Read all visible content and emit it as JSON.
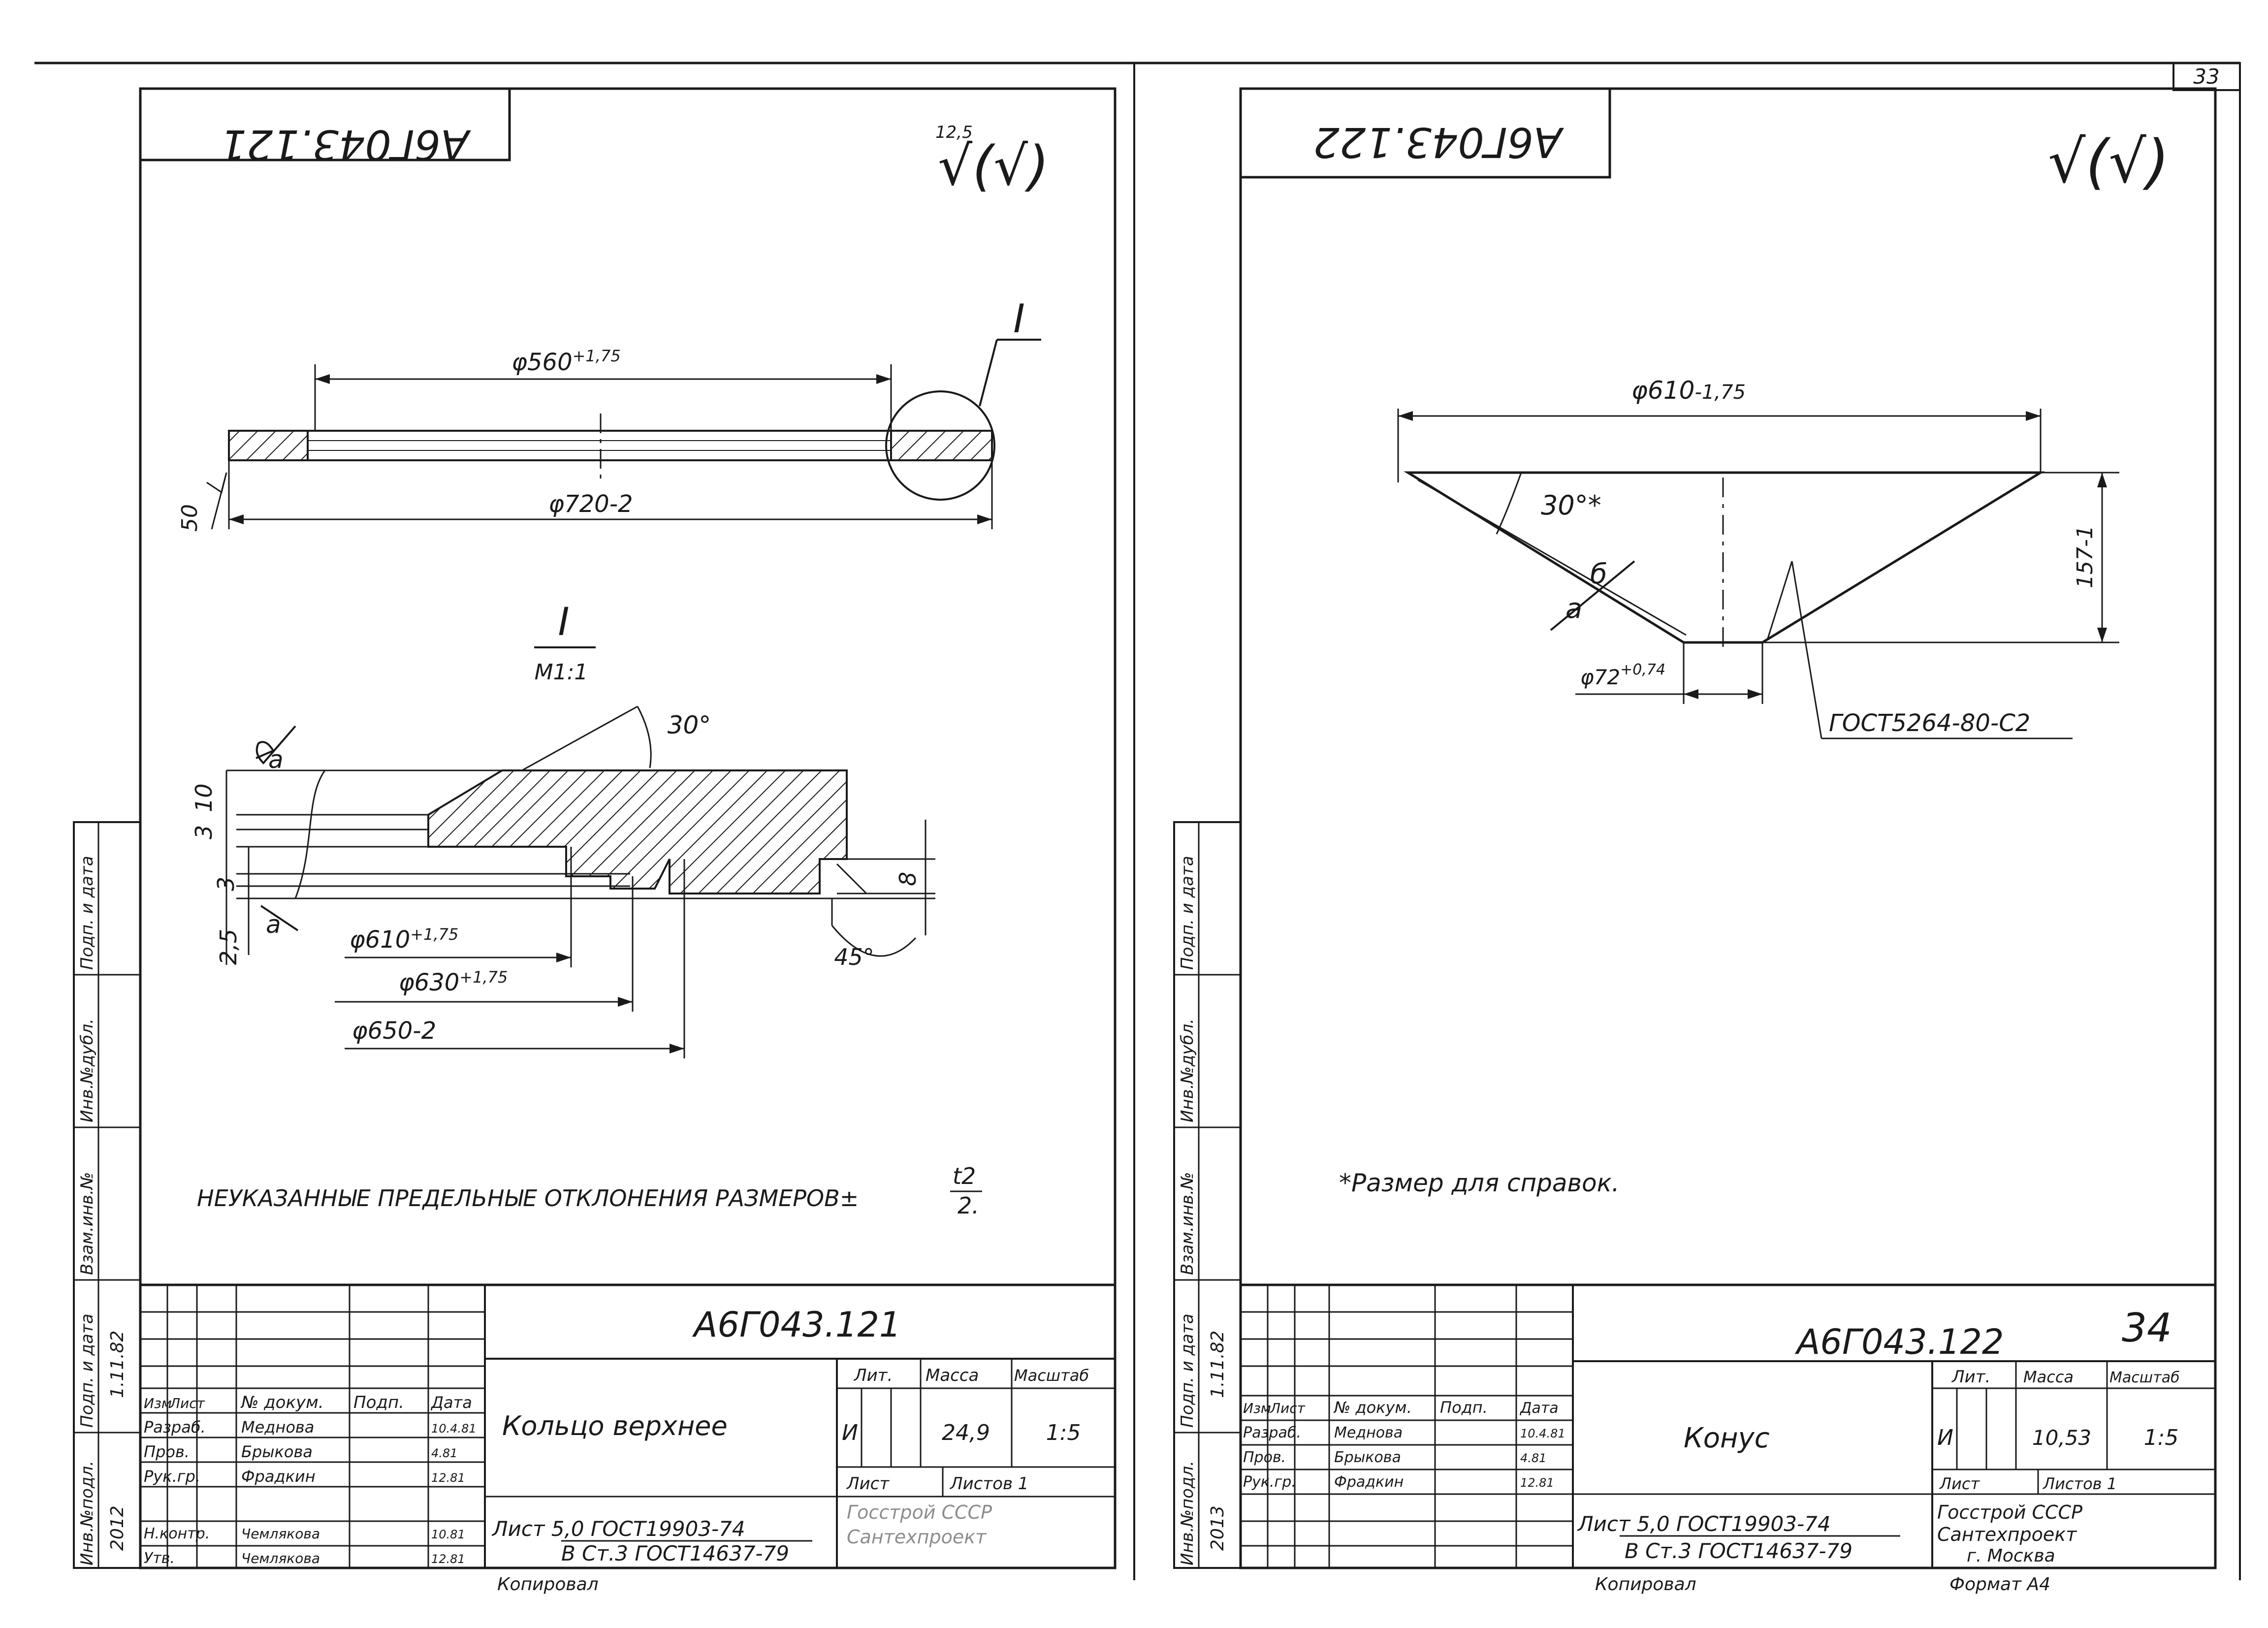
{
  "page_number": "33",
  "left_sheet": {
    "stamp": "А6Г043.121",
    "roughness_value": "12,5",
    "roughness_symbol": "√(√)",
    "dim_d560": "φ560",
    "dim_d560_tol": "+1,75",
    "dim_d720": "φ720-2",
    "dim_50": "50",
    "callout": "I",
    "detail_title": "I",
    "detail_scale": "М1:1",
    "dim_angle_30": "30°",
    "dim_10": "10",
    "dim_3a": "3",
    "dim_3b": "3",
    "dim_2_5": "2,5",
    "dim_8": "8",
    "dim_angle_45": "45°",
    "weld_a_top": "а",
    "weld_a_bottom": "а",
    "dim_d610": "φ610",
    "dim_d610_tol": "+1,75",
    "dim_d630": "φ630",
    "dim_d630_tol": "+1,75",
    "dim_d650": "φ650-2",
    "note": "НЕУКАЗАННЫЕ ПРЕДЕЛЬНЫЕ ОТКЛОНЕНИЯ РАЗМЕРОВ±",
    "note_frac_num": "t2",
    "note_frac_den": "2.",
    "side_labels": [
      "Инв.№подл.",
      "Подп. и дата",
      "Взам.инв.№",
      "Инв.№дубл.",
      "Подп. и дата"
    ],
    "side_values": [
      "2012",
      "1.11.82"
    ],
    "title_block": {
      "designation": "А6Г043.121",
      "name": "Кольцо верхнее",
      "header": [
        "Изм",
        "Лист",
        "№ докум.",
        "Подп.",
        "Дата"
      ],
      "rows": [
        [
          "Разраб.",
          "Меднова",
          "",
          "10.4.81"
        ],
        [
          "Пров.",
          "Брыкова",
          "",
          "4.81"
        ],
        [
          "Рук.гр.",
          "Фрадкин",
          "",
          "12.81"
        ],
        [
          "Н.контр.",
          "Чемлякова",
          "",
          "10.81"
        ],
        [
          "Утв.",
          "Чемлякова",
          "",
          "12.81"
        ]
      ],
      "lit_label": "Лит.",
      "mass_label": "Масса",
      "scale_label": "Масштаб",
      "lit_value": "И",
      "mass_value": "24,9",
      "scale_value": "1:5",
      "sheet_label": "Лист",
      "sheets_label": "Листов 1",
      "material_line1": "Лист 5,0 ГОСТ19903-74",
      "material_line2": "В Ст.3 ГОСТ14637-79",
      "org_line1": "Госстрой СССР",
      "org_line2": "Сантехпроект",
      "copied": "Копировал"
    }
  },
  "right_sheet": {
    "stamp": "А6Г043.122",
    "roughness_symbol": "√(√)",
    "dim_d610": "φ610",
    "dim_d610_tol": "-1,75",
    "dim_angle_30": "30°*",
    "dim_157": "157-1",
    "dim_d72": "φ72",
    "dim_d72_tol": "+0,74",
    "weld_b": "б",
    "weld_a": "а",
    "weld_spec": "ГОСТ5264-80-С2",
    "note": "*Размер для справок.",
    "side_labels": [
      "Инв.№подл.",
      "Подп. и дата",
      "Взам.инв.№",
      "Инв.№дубл.",
      "Подп. и дата"
    ],
    "side_values": [
      "2013",
      "1.11.82"
    ],
    "title_block": {
      "designation": "А6Г043.122",
      "handwritten_number": "34",
      "name": "Конус",
      "header": [
        "Изм",
        "Лист",
        "№ докум.",
        "Подп.",
        "Дата"
      ],
      "rows": [
        [
          "Разраб.",
          "Меднова",
          "",
          "10.4.81"
        ],
        [
          "Пров.",
          "Брыкова",
          "",
          "4.81"
        ],
        [
          "Рук.гр.",
          "Фрадкин",
          "",
          "12.81"
        ]
      ],
      "lit_label": "Лит.",
      "mass_label": "Масса",
      "scale_label": "Масштаб",
      "lit_value": "И",
      "mass_value": "10,53",
      "scale_value": "1:5",
      "sheet_label": "Лист",
      "sheets_label": "Листов 1",
      "material_line1": "Лист 5,0 ГОСТ19903-74",
      "material_line2": "В Ст.3 ГОСТ14637-79",
      "org_line1": "Госстрой СССР",
      "org_line2": "Сантехпроект",
      "org_line3": "г. Москва",
      "copied": "Копировал",
      "format": "Формат А4"
    }
  }
}
